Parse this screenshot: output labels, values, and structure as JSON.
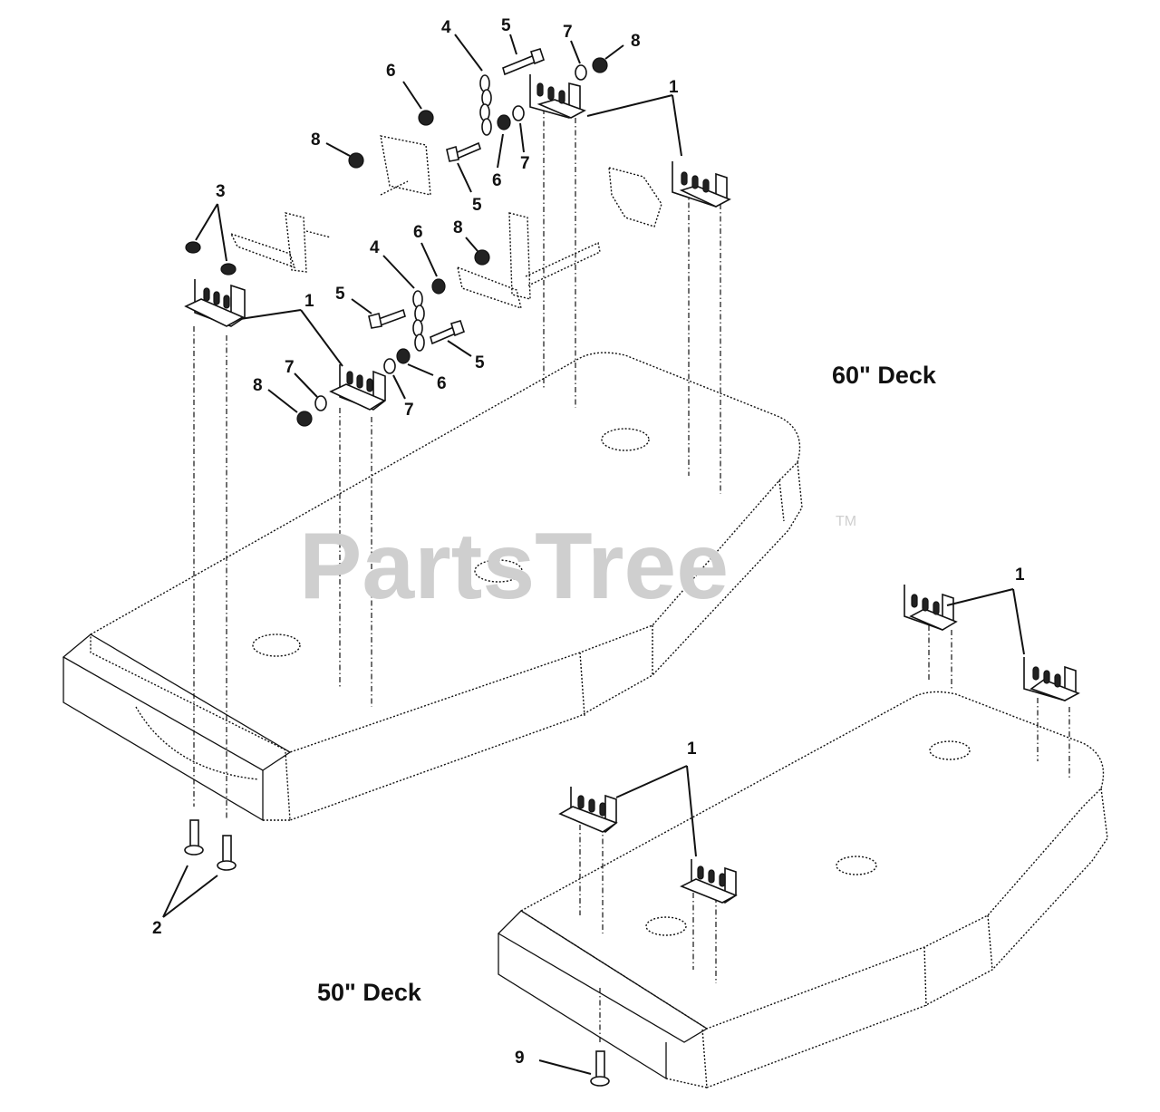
{
  "watermark": {
    "text": "PartsTree",
    "tm": "TM"
  },
  "deck_labels": {
    "deck60": "60\" Deck",
    "deck50": "50\" Deck"
  },
  "callouts": {
    "c1a": "1",
    "c1b": "1",
    "c1c": "1",
    "c1d": "1",
    "c2": "2",
    "c3": "3",
    "c4a": "4",
    "c4b": "4",
    "c5a": "5",
    "c5b": "5",
    "c5c": "5",
    "c5d": "5",
    "c6a": "6",
    "c6b": "6",
    "c6c": "6",
    "c6d": "6",
    "c7a": "7",
    "c7b": "7",
    "c7c": "7",
    "c7d": "7",
    "c8a": "8",
    "c8b": "8",
    "c8c": "8",
    "c8d": "8",
    "c9": "9"
  },
  "colors": {
    "ink": "#111111",
    "watermark": "#cfcfcf",
    "background": "#ffffff"
  }
}
